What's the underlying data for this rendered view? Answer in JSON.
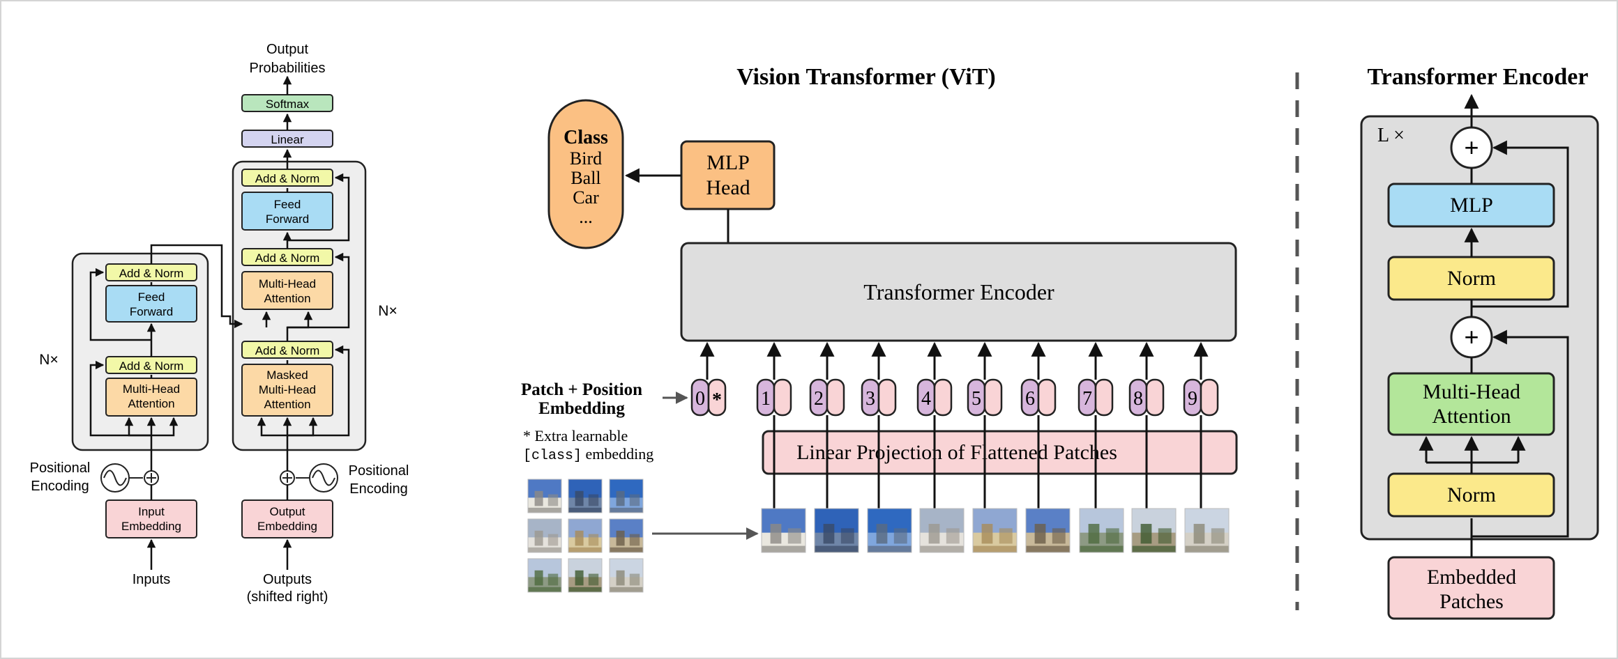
{
  "transformer": {
    "output_prob_line1": "Output",
    "output_prob_line2": "Probabilities",
    "softmax": "Softmax",
    "linear": "Linear",
    "add_norm": "Add & Norm",
    "feed_forward_line1": "Feed",
    "feed_forward_line2": "Forward",
    "multi_head_line1": "Multi-Head",
    "multi_head_line2": "Attention",
    "masked_line1": "Masked",
    "masked_line2": "Multi-Head",
    "masked_line3": "Attention",
    "nx": "N×",
    "positional_line1": "Positional",
    "positional_line2": "Encoding",
    "input_embedding_line1": "Input",
    "input_embedding_line2": "Embedding",
    "output_embedding_line1": "Output",
    "output_embedding_line2": "Embedding",
    "inputs": "Inputs",
    "outputs_line1": "Outputs",
    "outputs_line2": "(shifted right)"
  },
  "vit": {
    "title": "Vision Transformer (ViT)",
    "class_title": "Class",
    "classes": [
      "Bird",
      "Ball",
      "Car",
      "..."
    ],
    "mlp_head_line1": "MLP",
    "mlp_head_line2": "Head",
    "transformer_encoder": "Transformer Encoder",
    "patch_pos_line1": "Patch + Position",
    "patch_pos_line2": "Embedding",
    "extra_note_line1": "* Extra learnable",
    "extra_note_code": "[class]",
    "extra_note_rest": " embedding",
    "token_indices": [
      "0",
      "1",
      "2",
      "3",
      "4",
      "5",
      "6",
      "7",
      "8",
      "9"
    ],
    "class_token_mark": "*",
    "linear_projection": "Linear Projection of Flattened Patches"
  },
  "encoder": {
    "title": "Transformer Encoder",
    "lx": "L ×",
    "plus": "+",
    "mlp": "MLP",
    "norm": "Norm",
    "mha_line1": "Multi-Head",
    "mha_line2": "Attention",
    "embedded_line1": "Embedded",
    "embedded_line2": "Patches"
  },
  "colors": {
    "add_norm": "#f2f8a8",
    "feed_forward": "#a9dcf4",
    "attention": "#fcd9a6",
    "embedding": "#f9d4d6",
    "softmax": "#b9e6bd",
    "linear": "#d4d4f0",
    "stack_bg": "#eeeeee",
    "vit_encoder": "#dedede",
    "orange": "#fbc083",
    "token_purple": "#d7b6dc",
    "token_pink": "#f9d4d6",
    "encoder_bg": "#dedede",
    "mlp_blue": "#a9dcf4",
    "norm_yellow": "#fbe98b",
    "mha_green": "#b3e69a"
  }
}
